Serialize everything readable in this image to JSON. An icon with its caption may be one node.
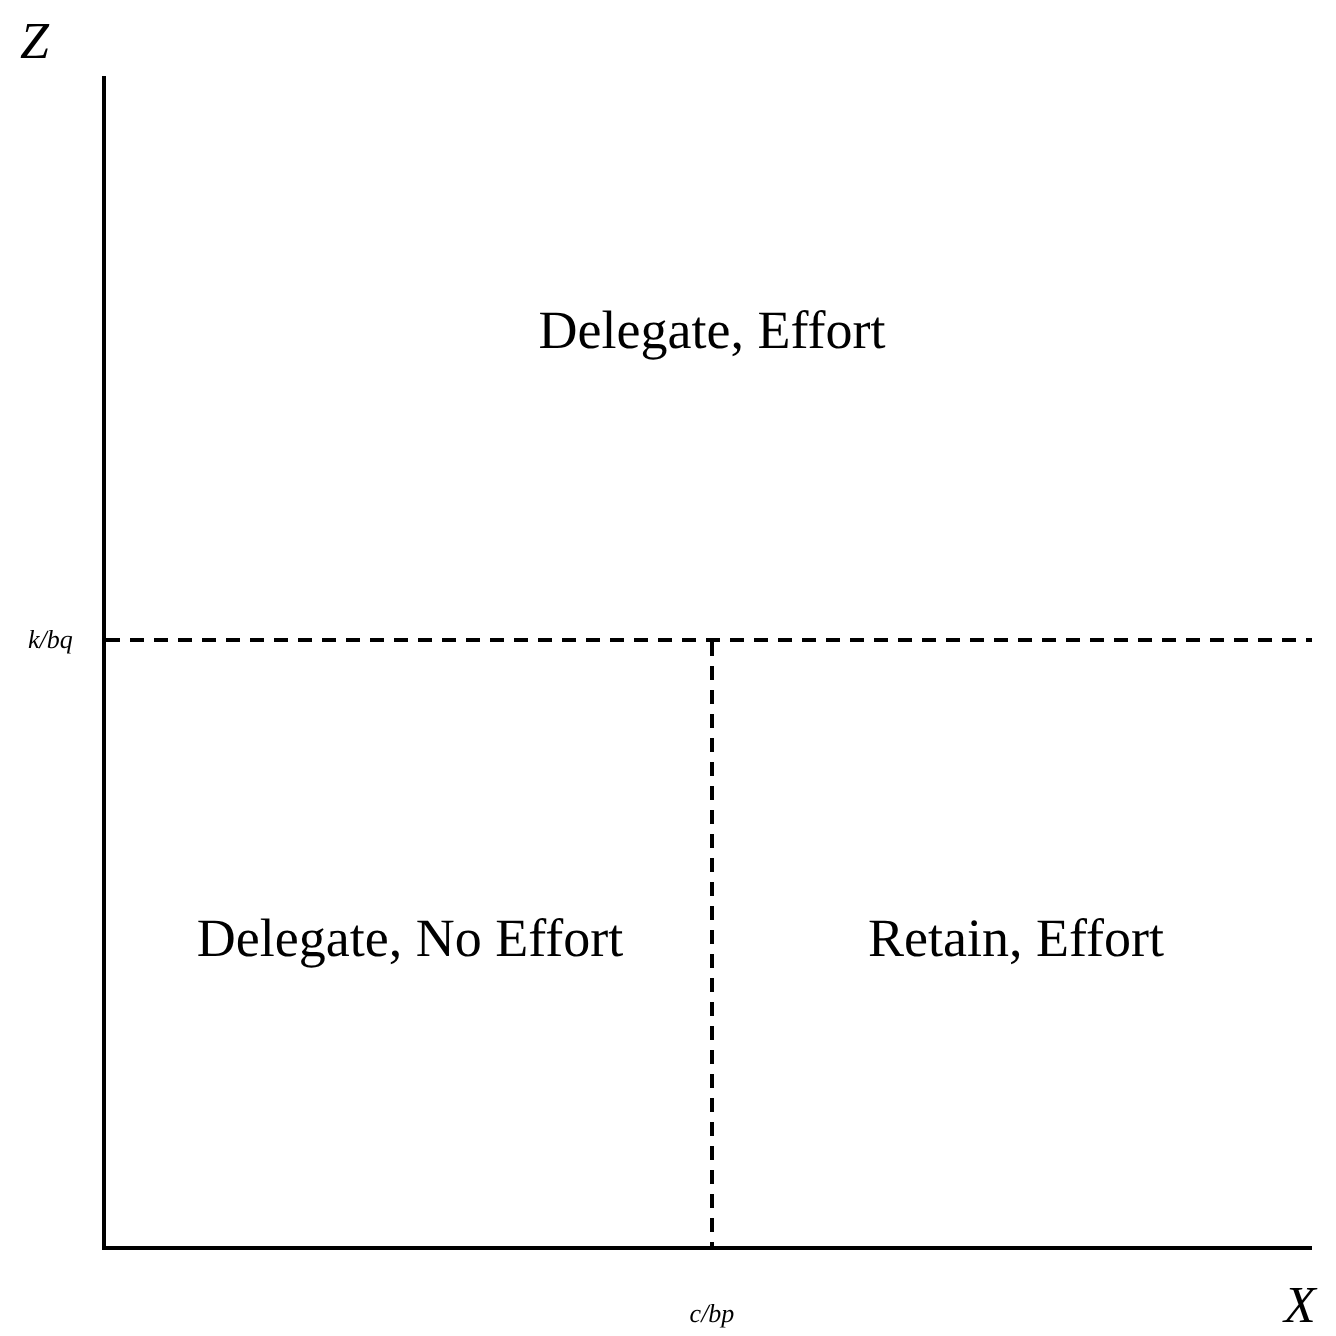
{
  "diagram": {
    "labels": [
      "Z",
      "Delegate, Effort",
      "k/bq",
      "Delegate, No Effort",
      "Retain, Effort",
      "c/bp",
      "X"
    ]
  }
}
